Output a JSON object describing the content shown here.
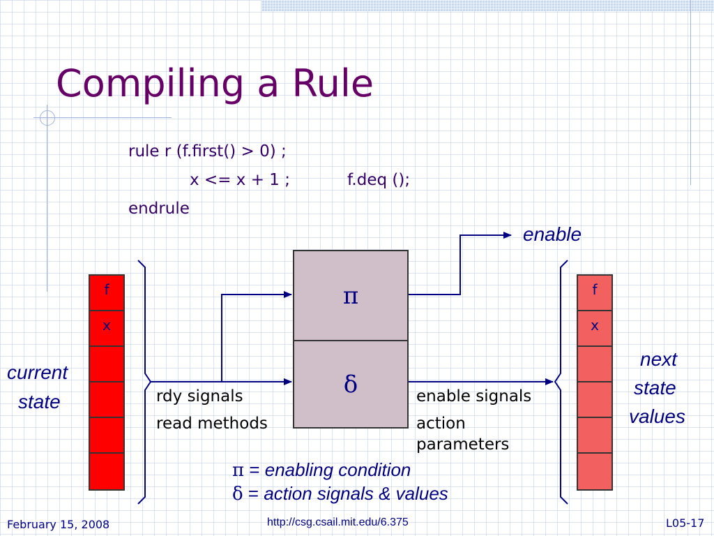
{
  "slide": {
    "title": "Compiling a Rule",
    "code": {
      "line1": "rule r (f.first() > 0) ;",
      "line2_a": "x <= x + 1 ;",
      "line2_b": "f.deq ();",
      "line3": "endrule"
    }
  },
  "diagram": {
    "pi_symbol": "π",
    "delta_symbol": "δ",
    "enable_label": "enable",
    "left_labels": [
      "rdy signals",
      "read methods"
    ],
    "right_labels": [
      "enable signals",
      "action",
      "parameters"
    ],
    "current_state_label": [
      "current",
      "state"
    ],
    "next_state_label": [
      "next",
      "state",
      "values"
    ],
    "left_stack_cells": [
      "f",
      "x",
      "",
      "",
      "",
      ""
    ],
    "right_stack_cells": [
      "f",
      "x",
      "",
      "",
      "",
      ""
    ],
    "colors": {
      "title": "#660066",
      "text": "#000080",
      "box_fill": "#d0bec8",
      "left_stack": "#ff0000",
      "right_stack": "#f26060"
    }
  },
  "legend": {
    "pi_line_symbol": "π",
    "pi_line_text": "enabling condition",
    "delta_line_symbol": "δ",
    "delta_line_text": "action signals & values",
    "equals": "="
  },
  "footer": {
    "date": "February 15, 2008",
    "url": "http://csg.csail.mit.edu/6.375",
    "slide_id": "L05-17"
  }
}
